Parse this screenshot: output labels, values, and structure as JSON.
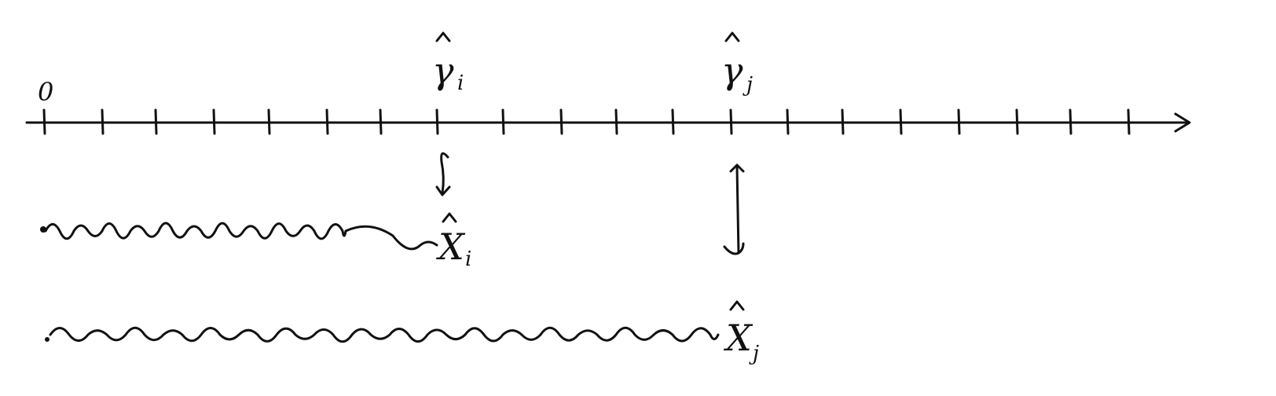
{
  "axis": {
    "origin_label": "0",
    "tick_count": 20
  },
  "markers": [
    {
      "symbol": "γ",
      "subscript": "i"
    },
    {
      "symbol": "γ",
      "subscript": "j"
    }
  ],
  "paths": [
    {
      "symbol": "X",
      "subscript": "i"
    },
    {
      "symbol": "X",
      "subscript": "j"
    }
  ],
  "colors": {
    "ink": "#111111",
    "background": "#ffffff"
  }
}
